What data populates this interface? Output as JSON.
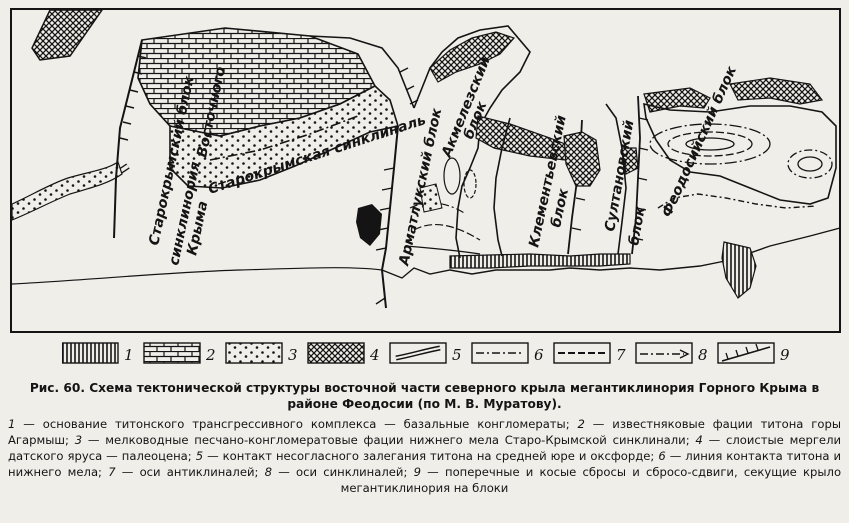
{
  "map": {
    "labels": {
      "starokrymsky_block": "Старокрымский блок",
      "vostochny": "Восточного",
      "starokrymskaya_sinklinal": "Старокрымская синклиналь",
      "sinklinoria": "синклинория",
      "kryma": "Крыма",
      "akmelezsky": "Акмелезский",
      "blok_akm": "блок",
      "arma_eli": "Арматлукский блок",
      "klementevsky": "Клементьевский",
      "blok_klem": "блок",
      "sultanovsky": "Султановский",
      "blok_sult": "блок",
      "feodosiysky": "Феодосийский блок"
    }
  },
  "legend": {
    "items": [
      {
        "num": "1",
        "pattern": "vertical-hatch"
      },
      {
        "num": "2",
        "pattern": "brick"
      },
      {
        "num": "3",
        "pattern": "dots"
      },
      {
        "num": "4",
        "pattern": "crosshatch"
      },
      {
        "num": "5",
        "pattern": "double-line"
      },
      {
        "num": "6",
        "pattern": "dash-dot"
      },
      {
        "num": "7",
        "pattern": "dashed"
      },
      {
        "num": "8",
        "pattern": "dash-dot-arrow"
      },
      {
        "num": "9",
        "pattern": "tick-line"
      }
    ]
  },
  "caption": {
    "title": "Рис. 60. Схема тектонической структуры восточной части северного крыла мегантиклинория Горного Крыма в районе Феодосии (по М. В. Муратову).",
    "entries": [
      {
        "n": "1",
        "text": "основание титонского трансгрессивного комплекса — базальные конгломераты;"
      },
      {
        "n": "2",
        "text": "известняковые фации титона горы Агармыш;"
      },
      {
        "n": "3",
        "text": "мелководные песчано-конгломератовые фации нижнего мела Старо-Крымской синклинали;"
      },
      {
        "n": "4",
        "text": "слоистые мергели датского яруса — палеоцена;"
      },
      {
        "n": "5",
        "text": "контакт несогласного залегания титона на средней юре и оксфорде;"
      },
      {
        "n": "6",
        "text": "линия контакта титона и нижнего мела;"
      },
      {
        "n": "7",
        "text": "оси антиклиналей;"
      },
      {
        "n": "8",
        "text": "оси синклиналей;"
      },
      {
        "n": "9",
        "text": "поперечные и косые сбросы и сбросо-сдвиги, секущие крыло мегантиклинория на блоки"
      }
    ]
  }
}
